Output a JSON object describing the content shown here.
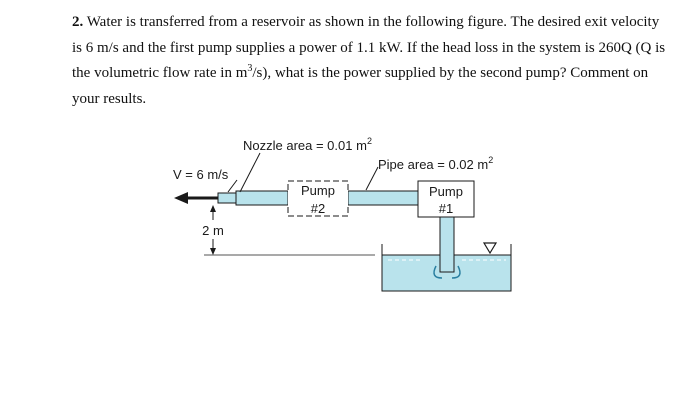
{
  "problem": {
    "number": "2.",
    "text_before_sup": " Water is transferred from a reservoir as shown in the following figure. The desired exit velocity is 6 m/s and the first pump supplies a power of 1.1 kW.  If the head loss in the system is 260Q (Q is the volumetric flow rate in m",
    "sup": "3",
    "text_after_sup": "/s), what is the power supplied by the second pump? Comment on your results."
  },
  "figure": {
    "nozzle_area_label": "Nozzle area = 0.01 m",
    "nozzle_area_exp": "2",
    "pipe_area_label": "Pipe area = 0.02 m",
    "pipe_area_exp": "2",
    "velocity_label": "V = 6 m/s",
    "height_label": "2 m",
    "pump2_line1": "Pump",
    "pump2_line2": "#2",
    "pump1_line1": "Pump",
    "pump1_line2": "#1",
    "colors": {
      "water": "#b9e3ec",
      "pipe_stroke": "#1a1a1a",
      "text": "#1a1a1a"
    }
  }
}
